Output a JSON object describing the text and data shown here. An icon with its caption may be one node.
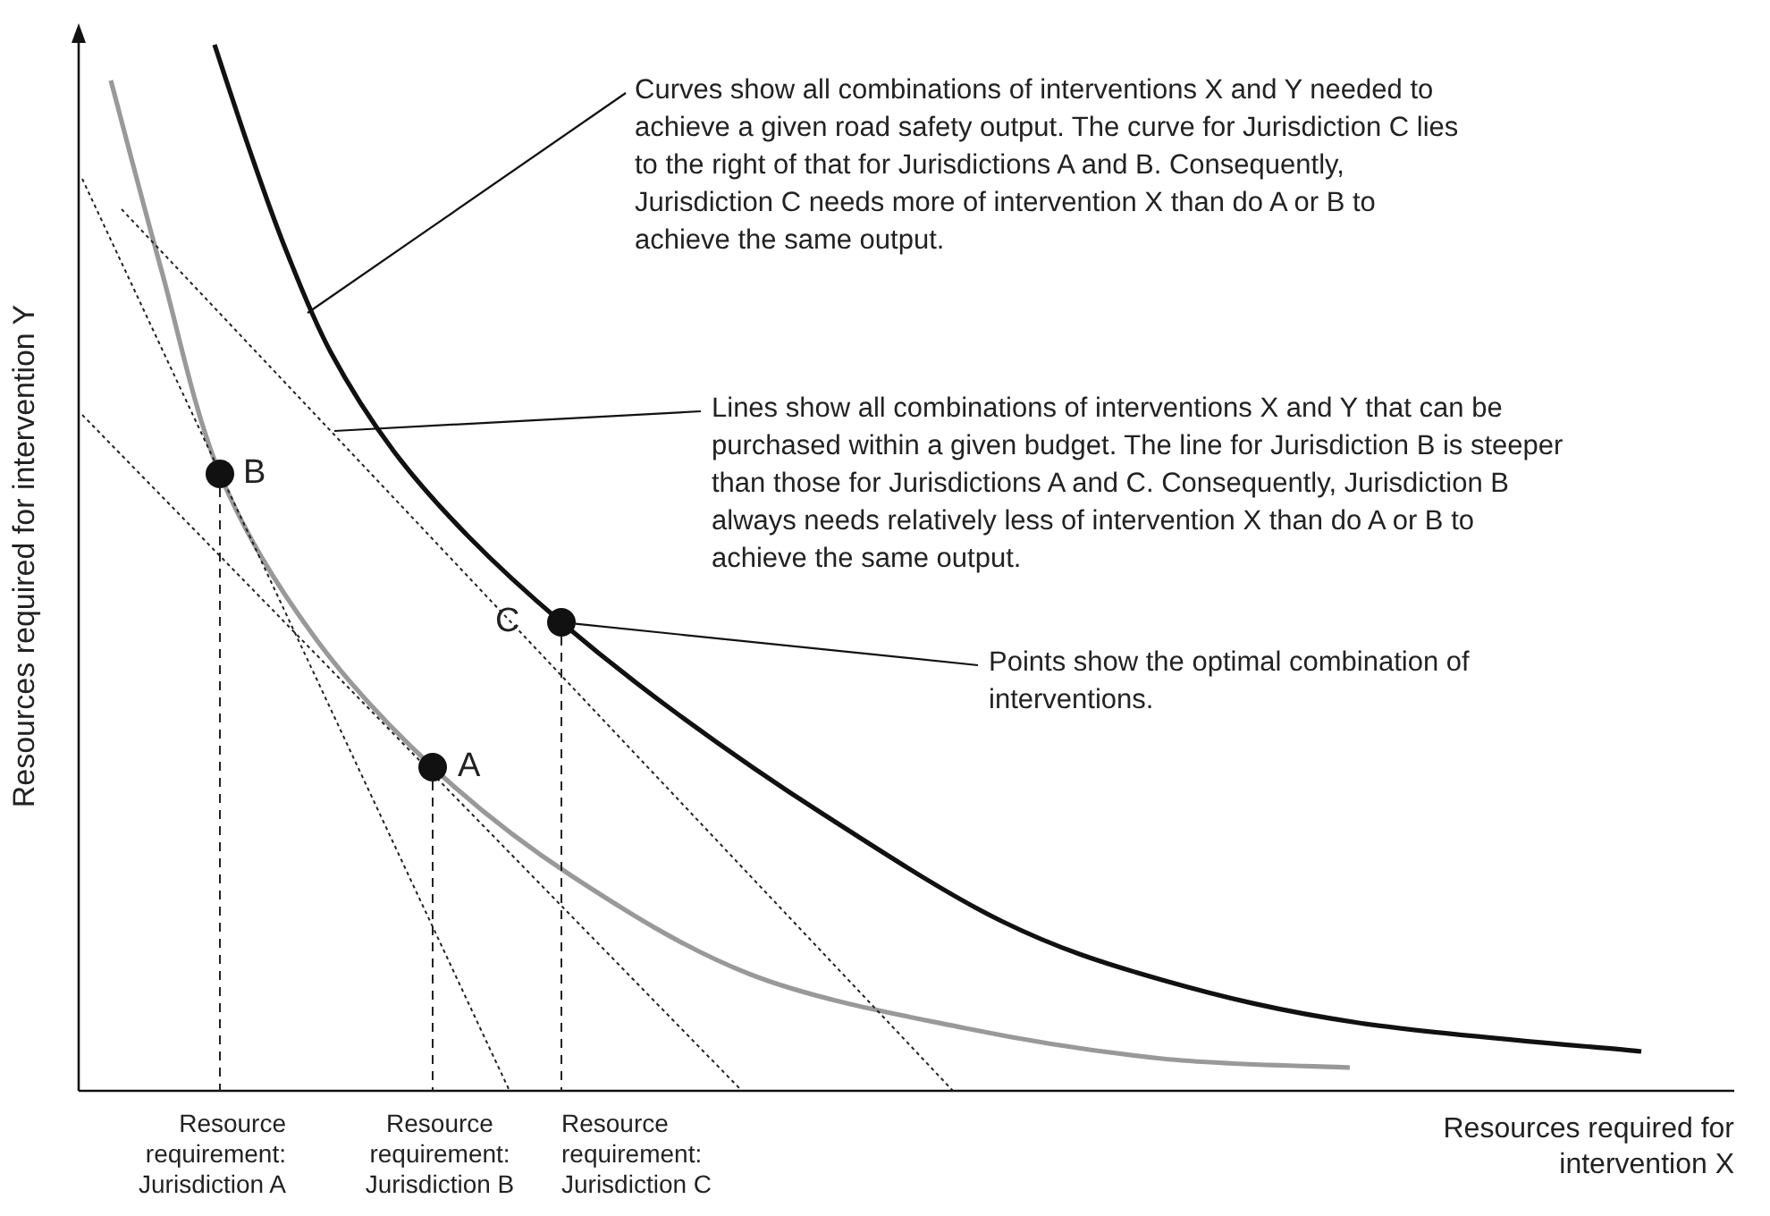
{
  "diagram": {
    "nodes": [
      {
        "text": [
          "Curves show all combinations of interventions X and Y needed to achieve a given road safety output. The curve for Jurisdiction C lies to the right of that for Jurisdictions A and B. Consequently, Jurisdiction C needs more of intervention X than do A or B to achieve the same output."
        ]
      },
      {
        "text": [
          "Lines show all combinations of interventions X and Y that can be purchased within a given budget. The line for Jurisdiction B is steeper than those for Jurisdictions A and C. Consequently, Jurisdiction B always needs relatively less of intervention X than do A or B to achieve the same output."
        ]
      },
      {
        "text": [
          "Points show the optimal combination of interventions."
        ]
      },
      {
        "text": [],
        "shape": "circle",
        "beside": [
          "B"
        ]
      },
      {
        "text": [],
        "shape": "circle",
        "beside": [
          "A"
        ]
      },
      {
        "text": [],
        "shape": "circle",
        "beside": [
          "C"
        ]
      }
    ],
    "edges": [
      {
        "from": 0,
        "to": null,
        "arrow": "none"
      },
      {
        "from": 1,
        "to": null,
        "arrow": "none"
      },
      {
        "from": 2,
        "to": 5,
        "arrow": "none"
      }
    ],
    "labels": [
      "Resources required for intervention Y",
      "Resource requirement: Jurisdiction A",
      "Resource requirement: Jurisdiction B",
      "Resource requirement: Jurisdiction C",
      "Resources required for intervention X"
    ]
  }
}
